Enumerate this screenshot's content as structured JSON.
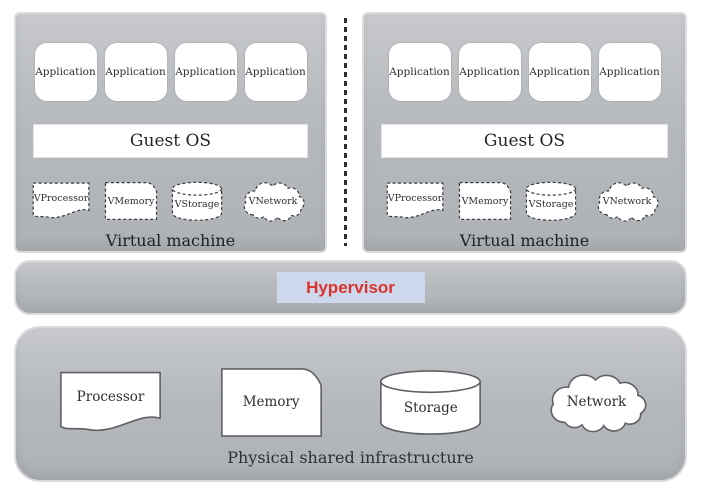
{
  "vms": [
    {
      "label": "Virtual machine",
      "guest_os": "Guest OS",
      "apps": [
        "Application",
        "Application",
        "Application",
        "Application"
      ],
      "resources": [
        "VProcessor",
        "VMemory",
        "VStorage",
        "VNetwork"
      ]
    },
    {
      "label": "Virtual machine",
      "guest_os": "Guest OS",
      "apps": [
        "Application",
        "Application",
        "Application",
        "Application"
      ],
      "resources": [
        "VProcessor",
        "VMemory",
        "VStorage",
        "VNetwork"
      ]
    }
  ],
  "hypervisor": {
    "label": "Hypervisor"
  },
  "physical": {
    "label": "Physical shared infrastructure",
    "resources": [
      "Processor",
      "Memory",
      "Storage",
      "Network"
    ]
  },
  "colors": {
    "hypervisor_label_bg": "#cdd8ec",
    "hypervisor_label_text": "#da342c",
    "panel_gray_top": "#c7c9cc",
    "panel_gray_bottom": "#aeb1b5",
    "shape_fill": "#ffffff",
    "text_dark": "#2c2d36"
  }
}
